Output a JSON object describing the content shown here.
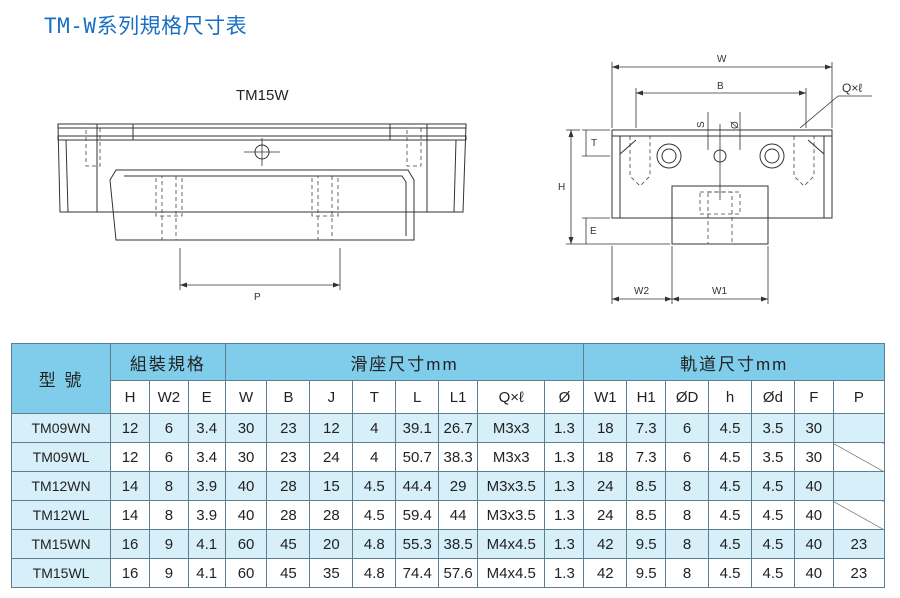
{
  "title": "TM-W系列規格尺寸表",
  "drawing": {
    "model_label": "TM15W",
    "dims": {
      "W": "W",
      "B": "B",
      "S": "S",
      "phi": "Ø",
      "Qxl": "Q×ℓ",
      "T": "T",
      "H": "H",
      "E": "E",
      "W2": "W2",
      "W1": "W1",
      "P": "P"
    }
  },
  "table": {
    "group_headers": {
      "model": "型 號",
      "assembly": "組裝規格",
      "block": "滑座尺寸mm",
      "rail": "軌道尺寸mm"
    },
    "columns": [
      "H",
      "W2",
      "E",
      "W",
      "B",
      "J",
      "T",
      "L",
      "L1",
      "Q×ℓ",
      "Ø",
      "W1",
      "H1",
      "ØD",
      "h",
      "Ød",
      "F",
      "P"
    ],
    "rows": [
      {
        "model": "TM09WN",
        "values": [
          "12",
          "6",
          "3.4",
          "30",
          "23",
          "12",
          "4",
          "39.1",
          "26.7",
          "M3x3",
          "1.3",
          "18",
          "7.3",
          "6",
          "4.5",
          "3.5",
          "30",
          ""
        ]
      },
      {
        "model": "TM09WL",
        "values": [
          "12",
          "6",
          "3.4",
          "30",
          "23",
          "24",
          "4",
          "50.7",
          "38.3",
          "M3x3",
          "1.3",
          "18",
          "7.3",
          "6",
          "4.5",
          "3.5",
          "30",
          ""
        ]
      },
      {
        "model": "TM12WN",
        "values": [
          "14",
          "8",
          "3.9",
          "40",
          "28",
          "15",
          "4.5",
          "44.4",
          "29",
          "M3x3.5",
          "1.3",
          "24",
          "8.5",
          "8",
          "4.5",
          "4.5",
          "40",
          ""
        ]
      },
      {
        "model": "TM12WL",
        "values": [
          "14",
          "8",
          "3.9",
          "40",
          "28",
          "28",
          "4.5",
          "59.4",
          "44",
          "M3x3.5",
          "1.3",
          "24",
          "8.5",
          "8",
          "4.5",
          "4.5",
          "40",
          ""
        ]
      },
      {
        "model": "TM15WN",
        "values": [
          "16",
          "9",
          "4.1",
          "60",
          "45",
          "20",
          "4.8",
          "55.3",
          "38.5",
          "M4x4.5",
          "1.3",
          "42",
          "9.5",
          "8",
          "4.5",
          "4.5",
          "40",
          "23"
        ]
      },
      {
        "model": "TM15WL",
        "values": [
          "16",
          "9",
          "4.1",
          "60",
          "45",
          "35",
          "4.8",
          "74.4",
          "57.6",
          "M4x4.5",
          "1.3",
          "42",
          "9.5",
          "8",
          "4.5",
          "4.5",
          "40",
          "23"
        ]
      }
    ]
  }
}
